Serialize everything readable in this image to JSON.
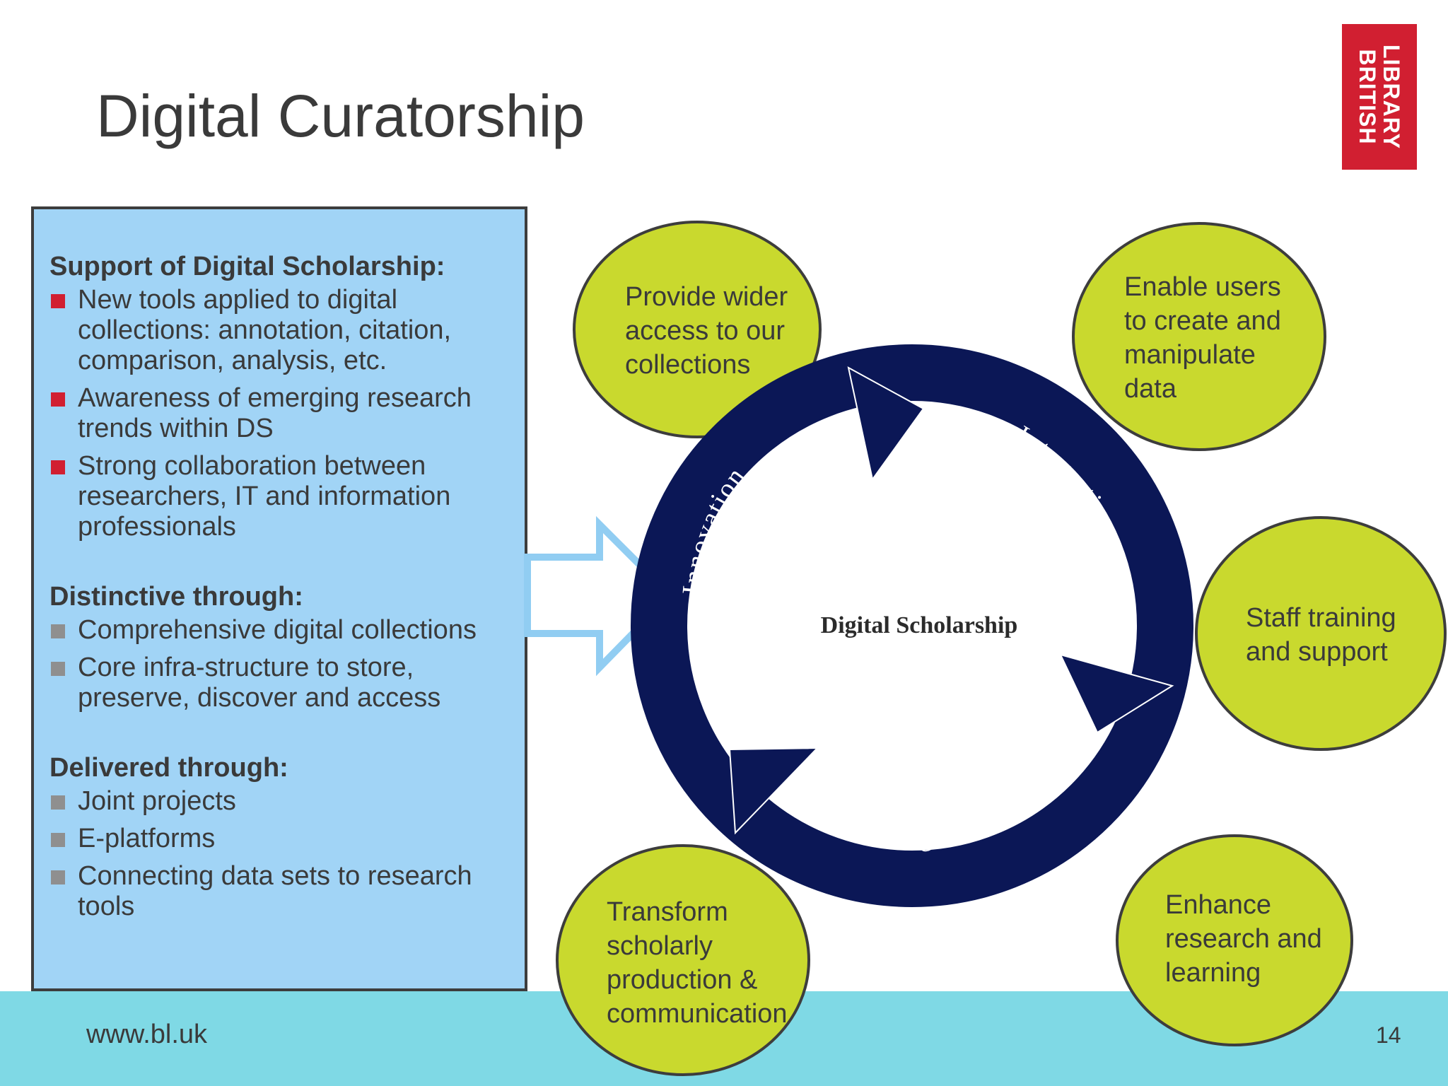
{
  "slide": {
    "title": "Digital Curatorship",
    "logo_line1": "BRITISH",
    "logo_line2": "LIBRARY",
    "footer_url": "www.bl.uk",
    "page_number": "14"
  },
  "panel": {
    "section1": {
      "heading": "Support of Digital Scholarship:",
      "items": [
        "New tools applied to digital collections: annotation, citation, comparison, analysis, etc.",
        "Awareness of emerging research trends within DS",
        "Strong collaboration between researchers, IT and information professionals"
      ]
    },
    "section2": {
      "heading": "Distinctive through:",
      "items": [
        "Comprehensive digital collections",
        "Core infra-structure to store, preserve, discover and access"
      ]
    },
    "section3": {
      "heading": "Delivered through:",
      "items": [
        "Joint projects",
        "E-platforms",
        "Connecting data sets to research tools"
      ]
    }
  },
  "cycle": {
    "center": "Digital Scholarship",
    "labels": {
      "innovation": "Innovation",
      "integration": "Integration",
      "engagement": "Engagement"
    }
  },
  "bubbles": [
    {
      "id": "provide",
      "lines": [
        "Provide wider",
        "access to our",
        "collections"
      ]
    },
    {
      "id": "enable",
      "lines": [
        "Enable users",
        "to create and",
        "manipulate",
        "data"
      ]
    },
    {
      "id": "staff",
      "lines": [
        "Staff training",
        "and support"
      ]
    },
    {
      "id": "enhance",
      "lines": [
        "Enhance",
        "research and",
        "learning"
      ]
    },
    {
      "id": "transform",
      "lines": [
        "Transform",
        "scholarly",
        "production &",
        "communication"
      ]
    }
  ],
  "colors": {
    "panel_bg": "#a1d4f6",
    "bubble_fill": "#c9d92e",
    "ring": "#0b1756",
    "arrow_outline": "#91cdf2",
    "brand_red": "#d11f31",
    "footer_band": "#7fd9e5"
  }
}
